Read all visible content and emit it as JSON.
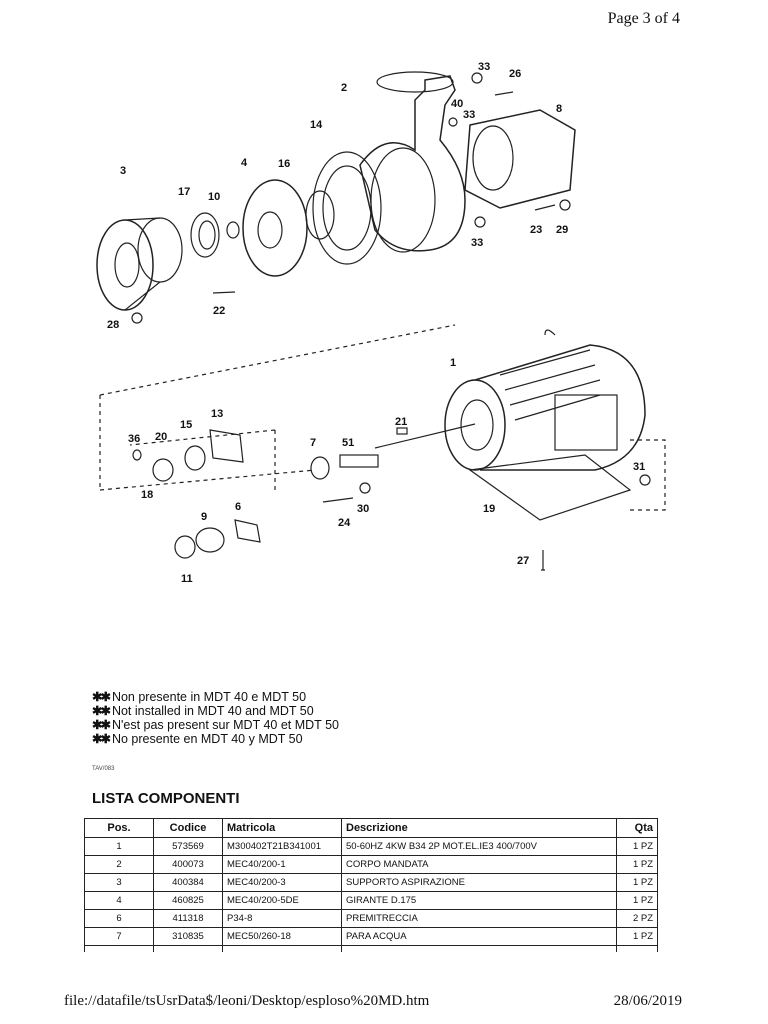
{
  "header": {
    "page_label": "Page 3 of 4"
  },
  "drawing": {
    "callouts": [
      "1",
      "2",
      "3",
      "4",
      "6",
      "7",
      "8",
      "9",
      "10",
      "11",
      "13",
      "14",
      "15",
      "16",
      "17",
      "18",
      "19",
      "20",
      "21",
      "22",
      "23",
      "24",
      "26",
      "27",
      "28",
      "29",
      "30",
      "31",
      "33",
      "36",
      "40",
      "51"
    ]
  },
  "notes": [
    {
      "marker": "✱✱",
      "text": "Non presente in MDT 40 e MDT 50"
    },
    {
      "marker": "✱✱",
      "text": "Not installed in MDT 40 and MDT 50"
    },
    {
      "marker": "✱✱",
      "text": "N'est pas present sur MDT 40 et MDT 50"
    },
    {
      "marker": "✱✱",
      "text": "No presente en MDT 40 y MDT 50"
    }
  ],
  "drawing_code": "TAV/083",
  "components": {
    "title": "LISTA COMPONENTI",
    "headers": {
      "pos": "Pos.",
      "codice": "Codice",
      "matricola": "Matricola",
      "descrizione": "Descrizione",
      "qta": "Qta"
    },
    "rows": [
      {
        "pos": "1",
        "codice": "573569",
        "matricola": "M300402T21B341001",
        "descrizione": "50-60HZ 4KW B34 2P MOT.EL.IE3 400/700V",
        "qta": "1 PZ"
      },
      {
        "pos": "2",
        "codice": "400073",
        "matricola": "MEC40/200-1",
        "descrizione": "CORPO MANDATA",
        "qta": "1 PZ"
      },
      {
        "pos": "3",
        "codice": "400384",
        "matricola": "MEC40/200-3",
        "descrizione": "SUPPORTO ASPIRAZIONE",
        "qta": "1 PZ"
      },
      {
        "pos": "4",
        "codice": "460825",
        "matricola": "MEC40/200-5DE",
        "descrizione": "GIRANTE D.175",
        "qta": "1 PZ"
      },
      {
        "pos": "6",
        "codice": "411318",
        "matricola": "P34-8",
        "descrizione": "PREMITRECCIA",
        "qta": "2 PZ"
      },
      {
        "pos": "7",
        "codice": "310835",
        "matricola": "MEC50/260-18",
        "descrizione": "PARA ACQUA",
        "qta": "1 PZ"
      }
    ]
  },
  "footer": {
    "path": "file://datafile/tsUsrData$/leoni/Desktop/esploso%20MD.htm",
    "date": "28/06/2019"
  }
}
